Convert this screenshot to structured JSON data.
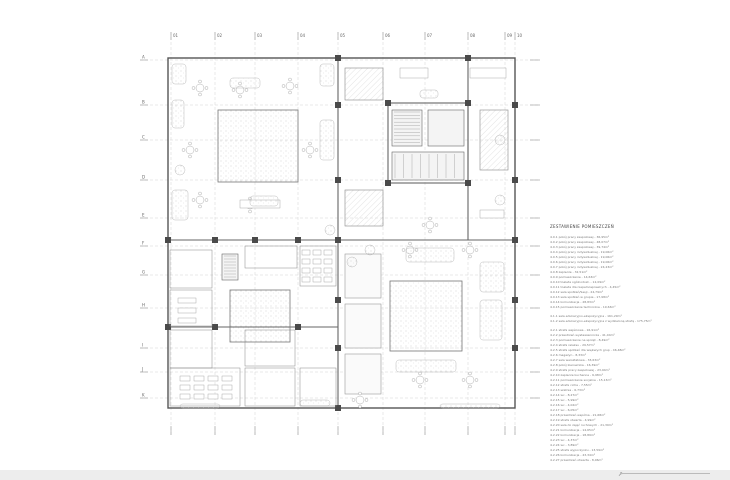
{
  "grid_top": [
    "01",
    "02",
    "03",
    "04",
    "05",
    "06",
    "07",
    "08",
    "09",
    "10"
  ],
  "grid_left": [
    "A",
    "B",
    "C",
    "D",
    "E",
    "F",
    "G",
    "H",
    "I",
    "J",
    "K"
  ],
  "legend": {
    "title": "ZESTAWIENIE POMIESZCZEŃ",
    "groups": [
      [
        "4.0.1 pokój pracy zespołowej - 36,95m²",
        "4.0.2 pokój pracy zespołowej - 48,07m²",
        "4.0.3 pokój pracy zespołowej - 39,74m²",
        "4.0.4 pokój pracy indywidualnej - 19,06m²",
        "4.0.5 pokój pracy indywidualnej - 19,06m²",
        "4.0.6 pokój pracy indywidualnej - 19,06m²",
        "4.0.7 pokój pracy indywidualnej - 24,23m²",
        "4.0.8 zaplecze - 32,51m²",
        "4.0.9 pomieszczenie - 14,63m²",
        "4.0.10 toaleta ogólnodost. - 12,09m²",
        "4.0.11 toaleta dla niepełnosprawnych - 4,45m²",
        "4.0.12 sala spotkań/Sesji - 24,79m²",
        "4.0.13 sala spotkań w grupie - 17,98m²",
        "4.0.14 komunikacja - 28,83m²",
        "4.0.15 pomieszczenie techniczne - 19,63m²"
      ],
      [
        "4.1.1 sala edukacyjno-ekspozycyjna - 161,29m²",
        "4.1.2 sala edukacyjno-ekspozycyjna z wydzieloną strefą - 175,75m²"
      ],
      [
        "4.2.1 strefa wejściowa - 16,91m²",
        "4.2.2 przestrzeń wystawiennicza - 41,04m²",
        "4.2.3 pomieszczenie na sprzęt - 8,49m²",
        "4.2.4 strefa relaksu - 29,57m²",
        "4.2.5 strefa spotkań dla większych grup - 46,48m²",
        "4.2.6 magazyn - 8,33m²",
        "4.2.7 sala warsztatowa - 33,63m²",
        "4.2.8 pokój kierownika - 16,39m²",
        "4.2.9 strefa pracy zespołowej - 23,94m²",
        "4.2.10 zaplecze kuchenne - 6,98m²",
        "4.2.11 pomieszczenie socjalne - 15,13m²",
        "4.2.12 strefa cicha - 7,55m²",
        "4.2.13 szatnia - 6,73m²",
        "4.2.14 wc - 8,27m²",
        "4.2.15 wc - 5,99m²",
        "4.2.16 wc - 4,02m²",
        "4.2.17 wc - 6,05m²",
        "4.2.18 przestrzeń wspólna - 21,68m²",
        "4.2.19 strefa otwarta - 4,99m²",
        "4.2.20 sala do zajęć ruchowych - 21,39m²",
        "4.2.21 komunikacja - 14,65m²",
        "4.2.22 komunikacja - 18,89m²",
        "4.2.23 wc - 4,37m²",
        "4.2.24 wc - 3,89m²",
        "4.2.25 strefa wypoczynku - 13,59m²",
        "4.2.26 komunikacja - 43,34m²",
        "4.2.27 przestrzeń otwarta - 8,06m²"
      ]
    ]
  }
}
